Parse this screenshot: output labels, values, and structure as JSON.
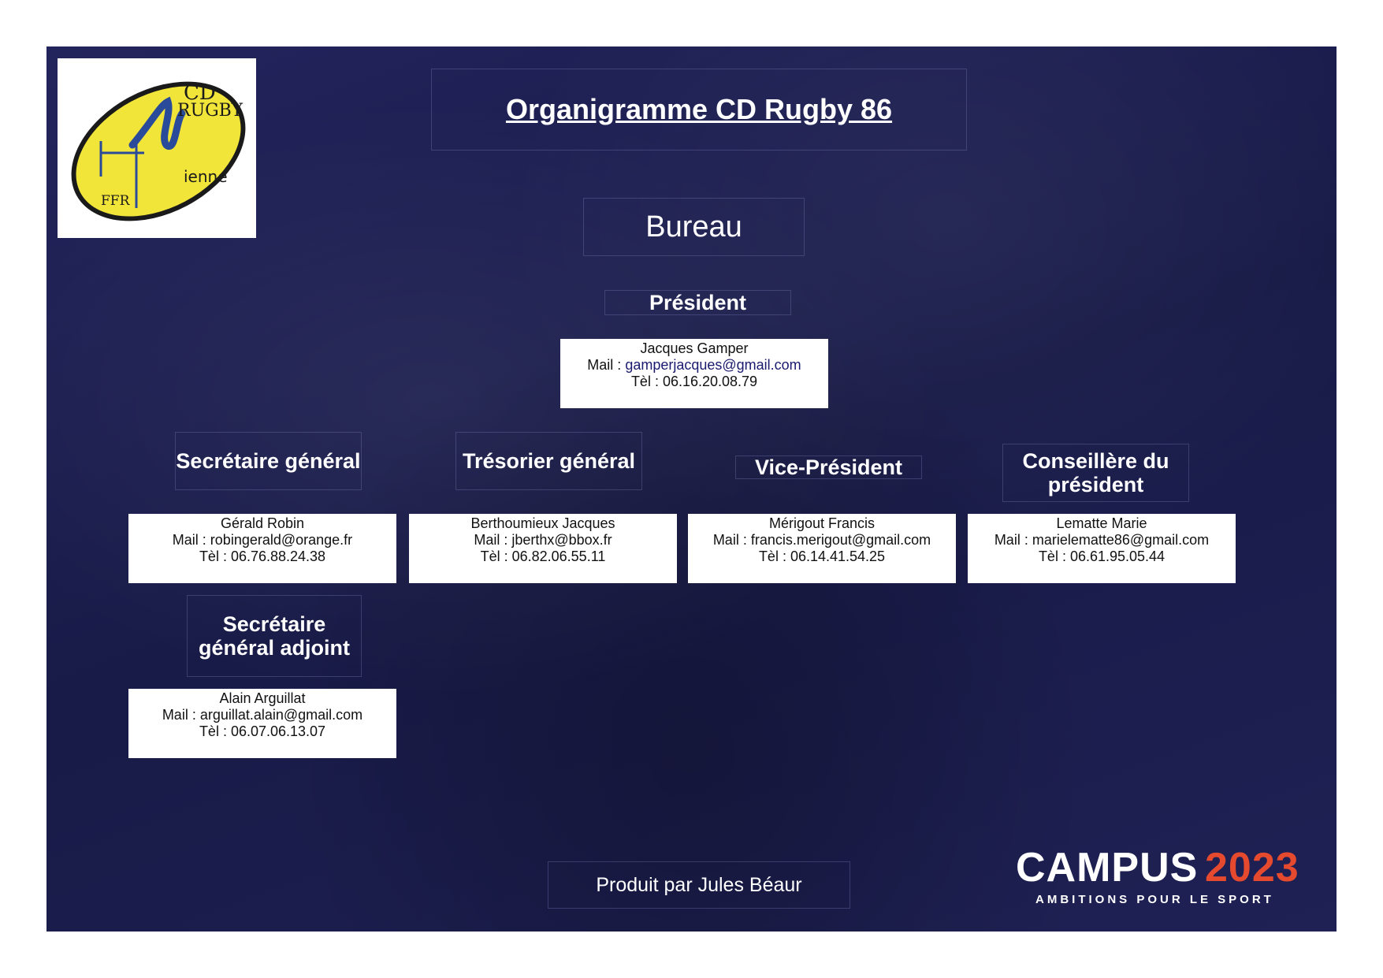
{
  "title": "Organigramme CD Rugby 86",
  "section": "Bureau",
  "logo": {
    "line1": "CD",
    "line2": "RUGBY",
    "line3": "ienne",
    "line4": "FFR"
  },
  "president": {
    "role": "Président",
    "name": "Jacques Gamper",
    "mail_label": "Mail : ",
    "mail": "gamperjacques@gmail.com",
    "tel": "Tèl : 06.16.20.08.79"
  },
  "members": [
    {
      "role": "Secrétaire général",
      "name": "Gérald Robin",
      "mail": "Mail : robingerald@orange.fr",
      "tel": "Tèl : 06.76.88.24.38"
    },
    {
      "role": "Trésorier général",
      "name": "Berthoumieux Jacques",
      "mail": "Mail : jberthx@bbox.fr",
      "tel": "Tèl : 06.82.06.55.11"
    },
    {
      "role": "Vice-Président",
      "name": "Mérigout Francis",
      "mail": "Mail : francis.merigout@gmail.com",
      "tel": "Tèl : 06.14.41.54.25"
    },
    {
      "role": "Conseillère du président",
      "name": "Lematte Marie",
      "mail": "Mail : marielematte86@gmail.com",
      "tel": "Tèl : 06.61.95.05.44"
    },
    {
      "role": "Secrétaire général adjoint",
      "name": "Alain Arguillat",
      "mail": "Mail : arguillat.alain@gmail.com",
      "tel": "Tèl : 06.07.06.13.07"
    }
  ],
  "footer": {
    "credit": "Produit par Jules Béaur",
    "brand_word": "CAMPUS",
    "brand_year": "2023",
    "brand_tagline": "AMBITIONS POUR LE SPORT"
  },
  "colors": {
    "background": "#1a1c4f",
    "card": "#ffffff",
    "brand_accent": "#e64a2e",
    "logo_yellow": "#f2e53a"
  }
}
